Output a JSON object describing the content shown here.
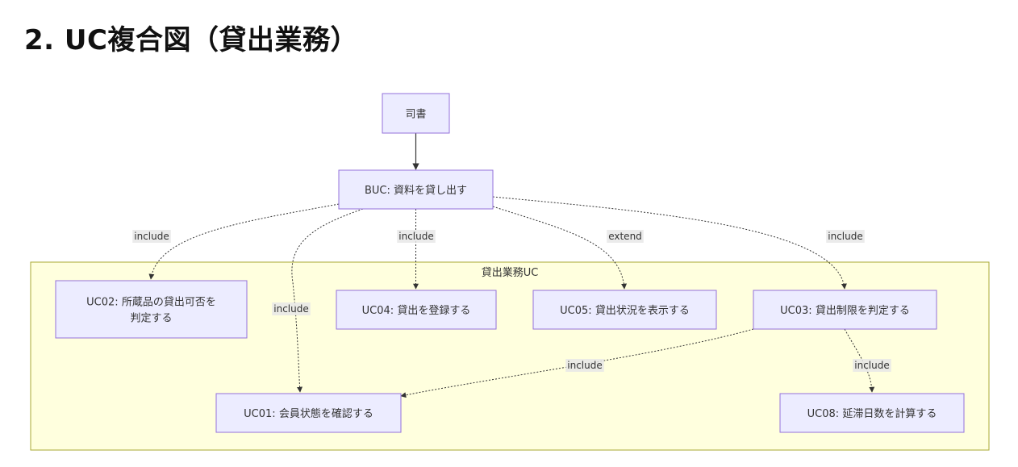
{
  "title": "2. UC複合図（貸出業務）",
  "cluster": {
    "label": "貸出業務UC"
  },
  "nodes": {
    "librarian": {
      "lines": [
        "司書"
      ]
    },
    "buc": {
      "lines": [
        "BUC: 資料を貸し出す"
      ]
    },
    "uc02": {
      "lines": [
        "UC02: 所蔵品の貸出可否を",
        "判定する"
      ]
    },
    "uc04": {
      "lines": [
        "UC04: 貸出を登録する"
      ]
    },
    "uc05": {
      "lines": [
        "UC05: 貸出状況を表示する"
      ]
    },
    "uc03": {
      "lines": [
        "UC03: 貸出制限を判定する"
      ]
    },
    "uc01": {
      "lines": [
        "UC01: 会員状態を確認する"
      ]
    },
    "uc08": {
      "lines": [
        "UC08: 延滞日数を計算する"
      ]
    }
  },
  "edges": [
    {
      "from": "librarian",
      "to": "buc",
      "style": "solid",
      "label": ""
    },
    {
      "from": "buc",
      "to": "uc02",
      "style": "dotted",
      "label": "include"
    },
    {
      "from": "buc",
      "to": "uc01",
      "style": "dotted",
      "label": "include"
    },
    {
      "from": "buc",
      "to": "uc04",
      "style": "dotted",
      "label": "include"
    },
    {
      "from": "buc",
      "to": "uc05",
      "style": "dotted",
      "label": "extend"
    },
    {
      "from": "buc",
      "to": "uc03",
      "style": "dotted",
      "label": "include"
    },
    {
      "from": "uc03",
      "to": "uc01",
      "style": "dotted",
      "label": "include"
    },
    {
      "from": "uc03",
      "to": "uc08",
      "style": "dotted",
      "label": "include"
    }
  ],
  "colors": {
    "node_fill": "#ECECFF",
    "node_stroke": "#9370DB",
    "cluster_fill": "#FFFFDE",
    "cluster_stroke": "#AAAA33",
    "edge": "#333333"
  }
}
